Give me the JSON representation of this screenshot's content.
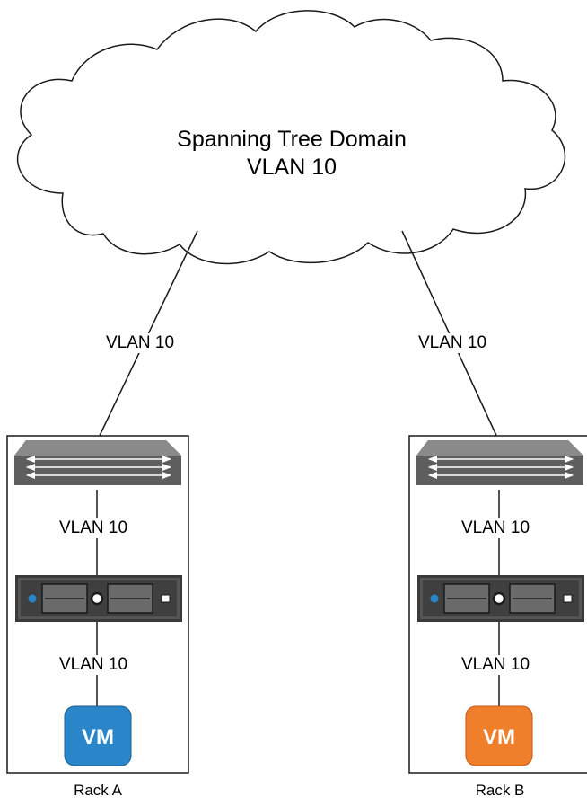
{
  "cloud": {
    "title": "Spanning Tree Domain",
    "vlan": "VLAN 10"
  },
  "links": {
    "uplink_a": "VLAN 10",
    "uplink_b": "VLAN 10",
    "switch_server_a": "VLAN 10",
    "switch_server_b": "VLAN 10",
    "server_vm_a": "VLAN 10",
    "server_vm_b": "VLAN 10"
  },
  "racks": [
    {
      "label": "Rack A",
      "vm_label": "VM",
      "vm_color": "#2a86c8"
    },
    {
      "label": "Rack B",
      "vm_label": "VM",
      "vm_color": "#f07f2c"
    }
  ],
  "colors": {
    "switch_body": "#5e5e5e",
    "switch_top": "#8a8a8a",
    "server_body": "#3a3a3a",
    "server_led": "#2a86c8",
    "line": "#1a1a1a"
  },
  "icons": [
    "cloud-icon",
    "switch-icon",
    "server-icon",
    "vm-icon"
  ]
}
